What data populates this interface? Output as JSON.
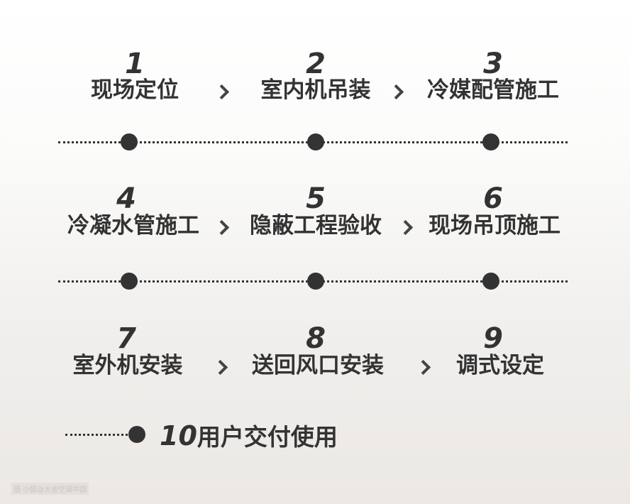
{
  "steps": [
    {
      "num": "1",
      "label": "现场定位"
    },
    {
      "num": "2",
      "label": "室内机吊装"
    },
    {
      "num": "3",
      "label": "冷媒配管施工"
    },
    {
      "num": "4",
      "label": "冷凝水管施工"
    },
    {
      "num": "5",
      "label": "隐蔽工程验收"
    },
    {
      "num": "6",
      "label": "现场吊顶施工"
    },
    {
      "num": "7",
      "label": "室外机安装"
    },
    {
      "num": "8",
      "label": "送回风口安装"
    },
    {
      "num": "9",
      "label": "调式设定"
    },
    {
      "num": "10",
      "label": "用户交付使用"
    }
  ],
  "watermark": "值 小狐@大金空调中国"
}
